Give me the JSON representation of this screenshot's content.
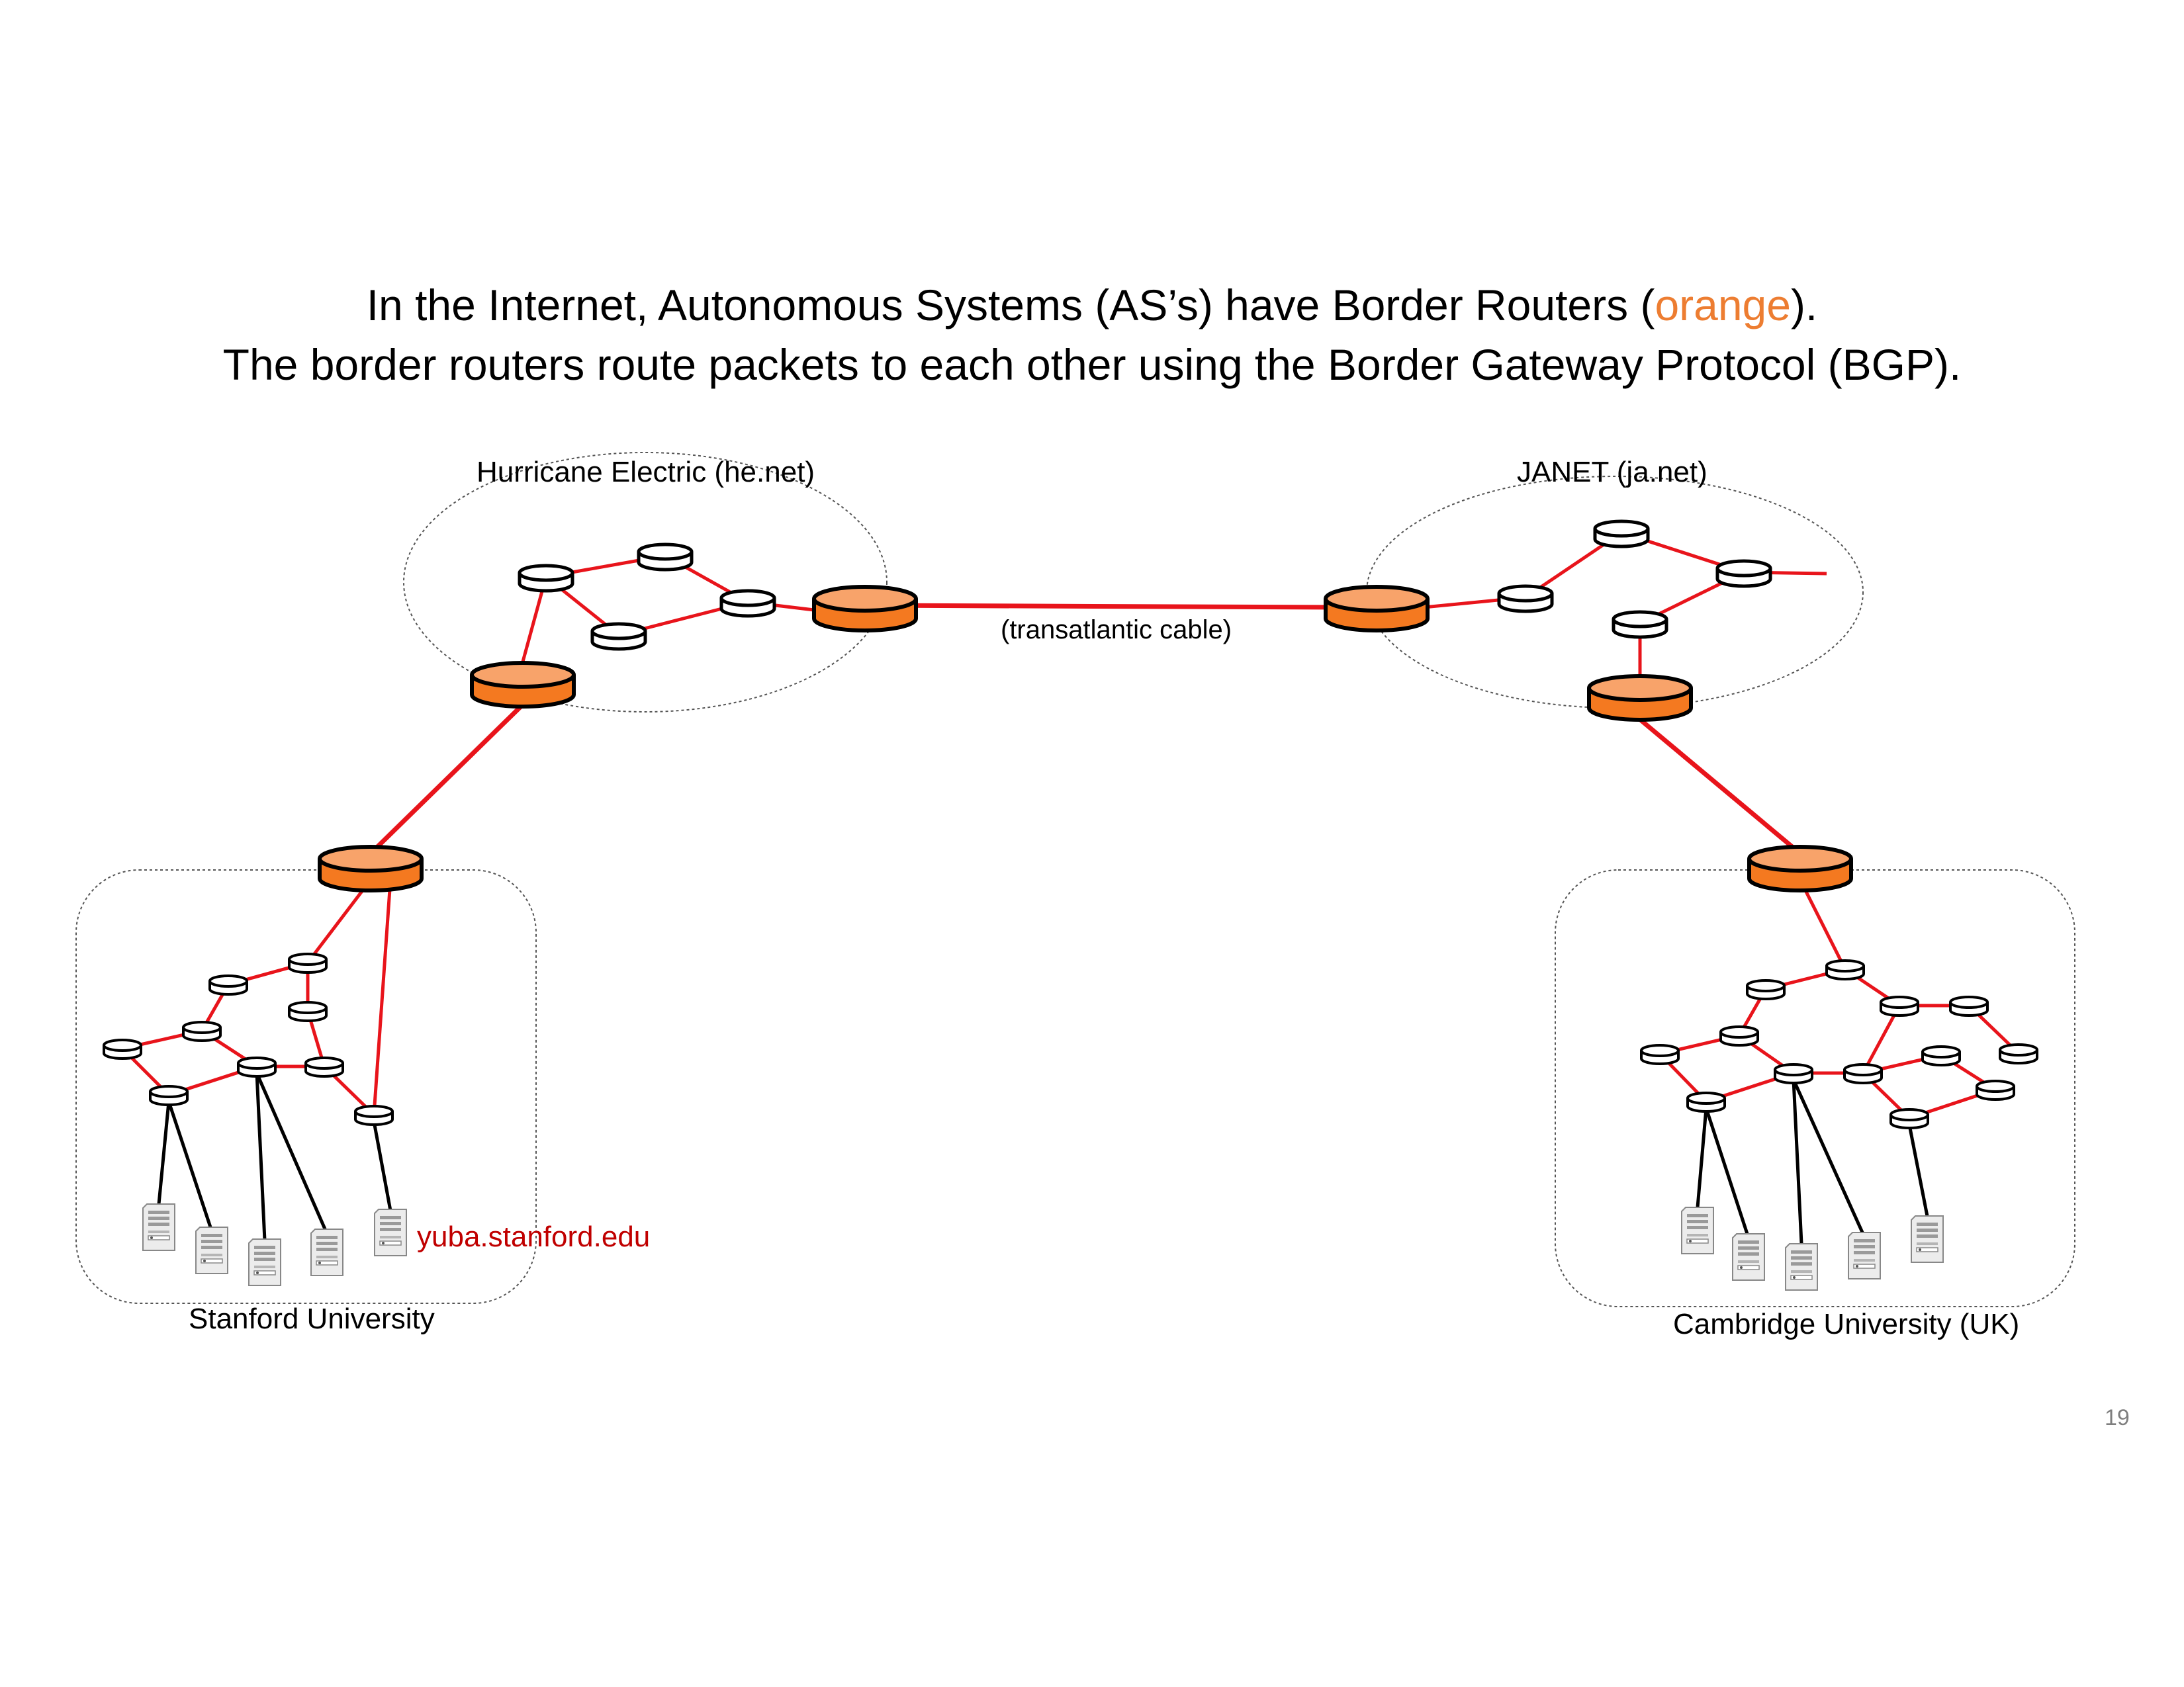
{
  "slide": {
    "title_line1_prefix": "In the Internet, Autonomous Systems (AS’s) have Border Routers (",
    "title_line1_highlight": "orange",
    "title_line1_suffix": ").",
    "title_line2": "The border routers route packets to each other using the Border Gateway Protocol (BGP).",
    "page_number": "19"
  },
  "labels": {
    "hurricane": "Hurricane Electric (he.net)",
    "janet": "JANET (ja.net)",
    "cable": "(transatlantic cable)",
    "stanford": "Stanford University",
    "cambridge": "Cambridge University (UK)",
    "host": "yuba.stanford.edu"
  },
  "colors": {
    "border_router": "#F47920",
    "border_router_top": "#F8A36A",
    "link": "#E8141B",
    "highlight_text": "#ED7D31",
    "host_label": "#C00000"
  }
}
